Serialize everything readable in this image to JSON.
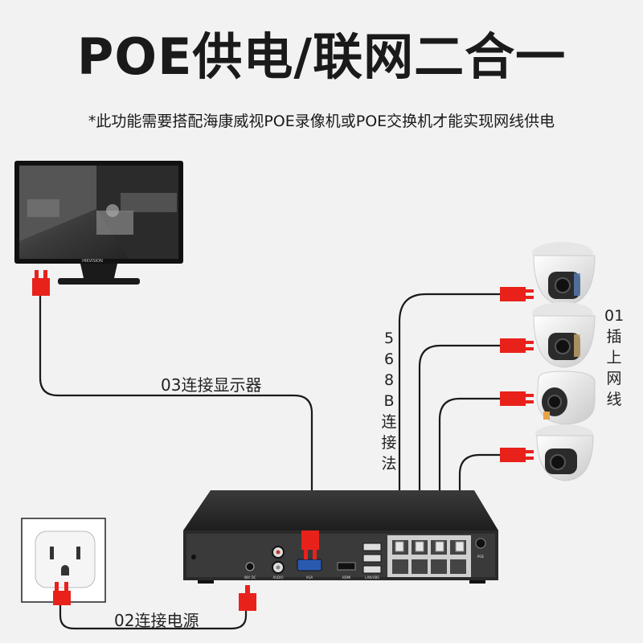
{
  "title": "POE供电/联网二合一",
  "subtitle": "*此功能需要搭配海康威视POE录像机或POE交换机才能实现网线供电",
  "labels": {
    "display": "03连接显示器",
    "power": "02连接电源",
    "wiring_method": [
      "5",
      "6",
      "8",
      "B",
      "连",
      "接",
      "法"
    ],
    "plug_network": [
      "01",
      "插",
      "上",
      "网",
      "线"
    ]
  },
  "nvr_ports": {
    "vga": "VGA",
    "hdmi": "HDMI",
    "lan": "LAN/UBS",
    "poe": "POE",
    "audio": "AUDIO",
    "power_in": "48V DC"
  },
  "monitor_brand": "HIKVISION",
  "colors": {
    "connector_red": "#e8221b",
    "cable": "#1a1a1a",
    "nvr_body": "#2a2a2a",
    "background": "#f2f2f2"
  }
}
